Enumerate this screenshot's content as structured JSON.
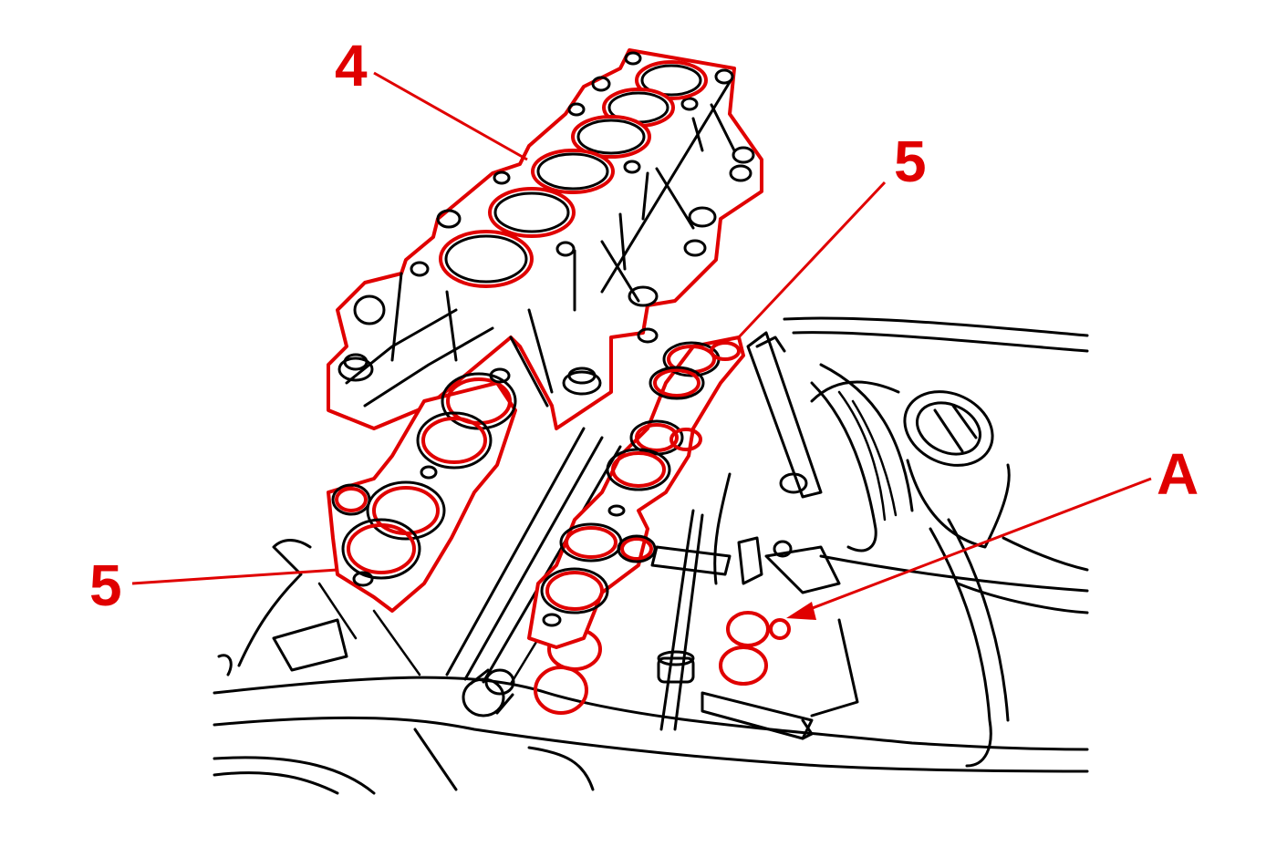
{
  "colors": {
    "highlight": "#e00000",
    "linework": "#000000",
    "background": "#ffffff"
  },
  "callouts": {
    "upper_manifold": "4",
    "gasket_right": "5",
    "gasket_left": "5",
    "detail_a": "A"
  }
}
